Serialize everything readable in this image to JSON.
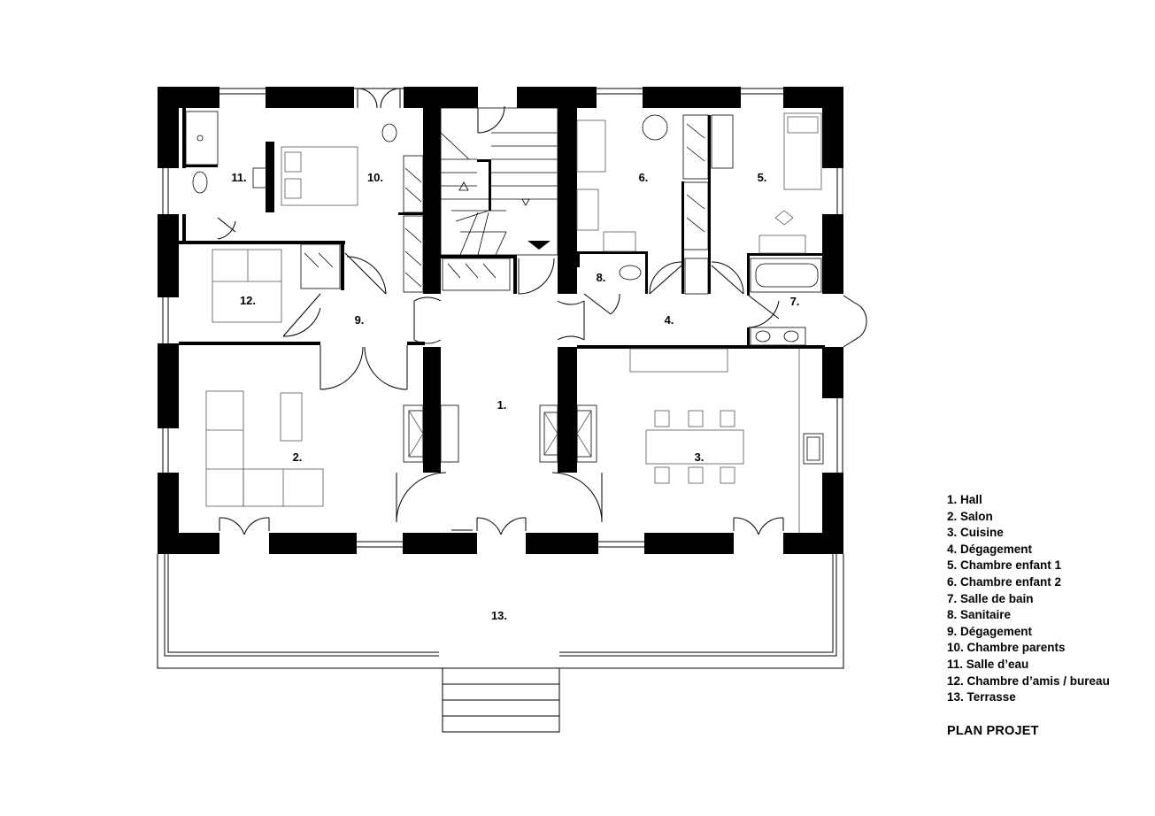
{
  "plan": {
    "title": "PLAN PROJET",
    "room_labels": [
      "1.",
      "2.",
      "3.",
      "4.",
      "5.",
      "6.",
      "7.",
      "8.",
      "9.",
      "10.",
      "11.",
      "12.",
      "13."
    ]
  },
  "legend": [
    "1. Hall",
    "2. Salon",
    "3. Cuisine",
    "4. Dégagement",
    "5. Chambre enfant 1",
    "6. Chambre enfant 2",
    "7. Salle de bain",
    "8. Sanitaire",
    "9. Dégagement",
    "10. Chambre parents",
    "11. Salle d’eau",
    "12. Chambre d’amis / bureau",
    "13. Terrasse"
  ],
  "colors": {
    "wall": "#000000",
    "line": "#000000",
    "furniture": "#555555",
    "background": "#ffffff"
  }
}
